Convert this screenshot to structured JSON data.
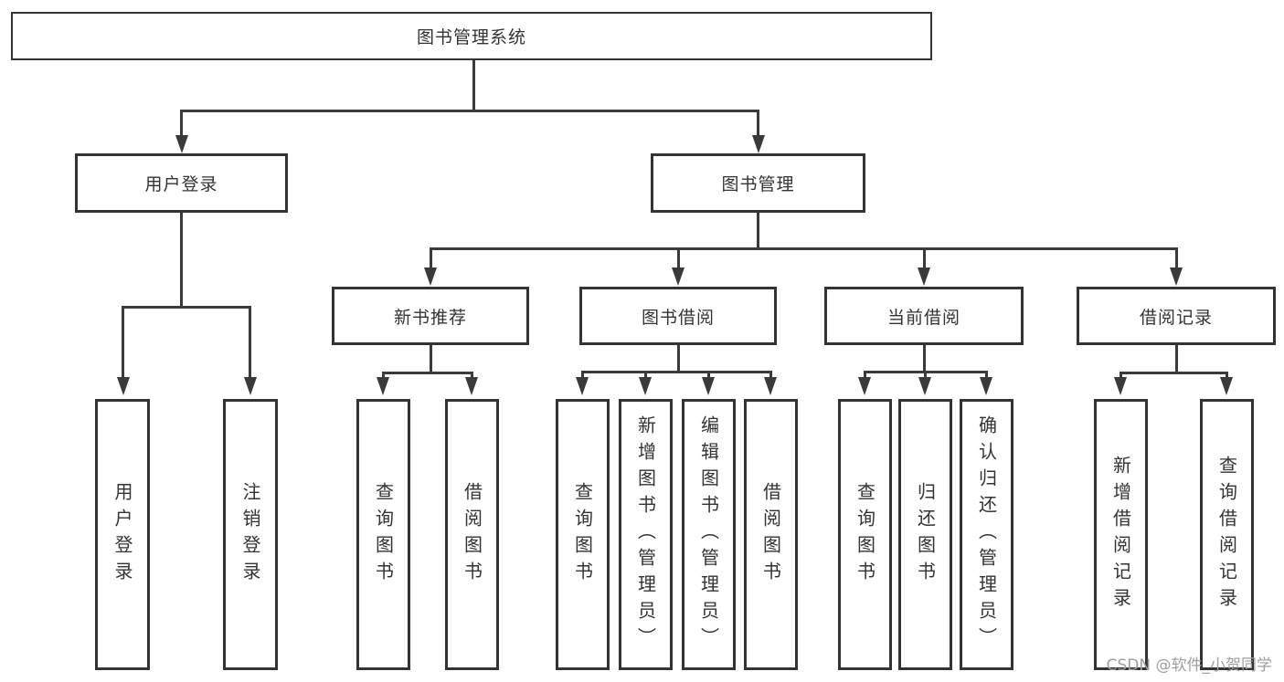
{
  "tree": {
    "root": {
      "label": "图书管理系统",
      "children": [
        {
          "label": "用户登录",
          "children": [
            {
              "label": "用户登录"
            },
            {
              "label": "注销登录"
            }
          ]
        },
        {
          "label": "图书管理",
          "children": [
            {
              "label": "新书推荐",
              "children": [
                {
                  "label": "查询图书"
                },
                {
                  "label": "借阅图书"
                }
              ]
            },
            {
              "label": "图书借阅",
              "children": [
                {
                  "label": "查询图书"
                },
                {
                  "label": "新增图书（管理员）"
                },
                {
                  "label": "编辑图书（管理员）"
                },
                {
                  "label": "借阅图书"
                }
              ]
            },
            {
              "label": "当前借阅",
              "children": [
                {
                  "label": "查询图书"
                },
                {
                  "label": "归还图书"
                },
                {
                  "label": "确认归还（管理员）"
                }
              ]
            },
            {
              "label": "借阅记录",
              "children": [
                {
                  "label": "新增借阅记录"
                },
                {
                  "label": "查询借阅记录"
                }
              ]
            }
          ]
        }
      ]
    }
  },
  "watermark": {
    "text": "CSDN @软件_小贺同学"
  },
  "colors": {
    "line": "#3a3a3a",
    "box_border": "#333333",
    "text": "#333333",
    "watermark": "#9f9f9f",
    "background": "#ffffff"
  }
}
